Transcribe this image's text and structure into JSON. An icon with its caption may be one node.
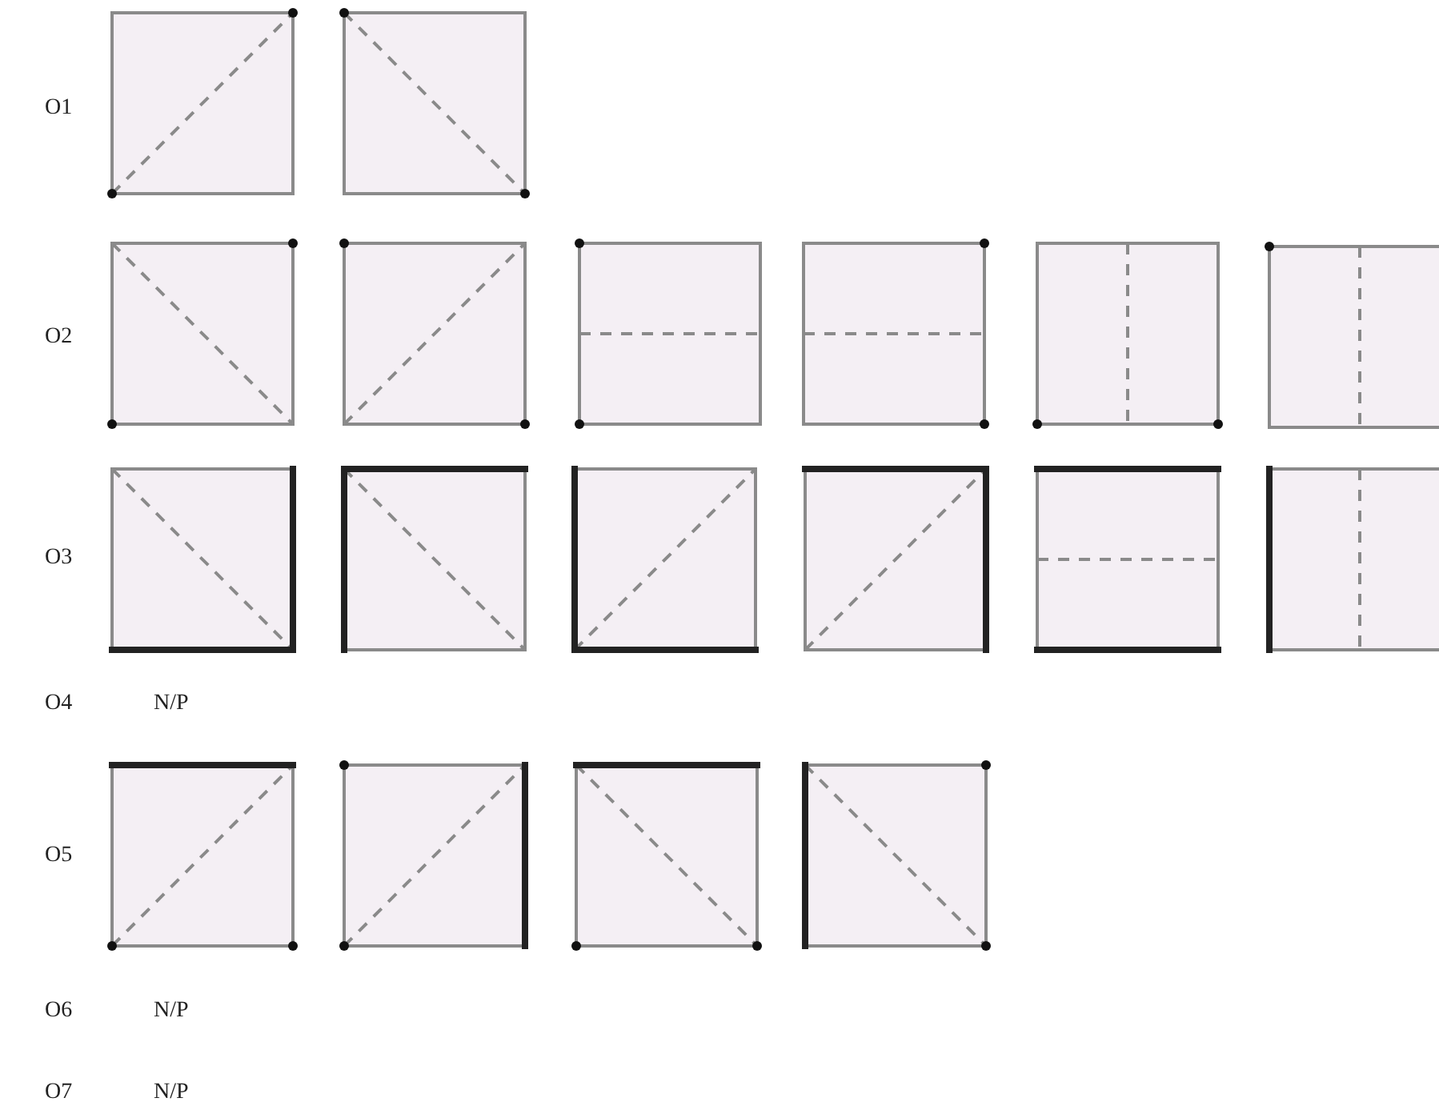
{
  "diagram": {
    "labels": [
      "O1",
      "O2",
      "O3",
      "O4",
      "N/P",
      "O5",
      "O6",
      "N/P",
      "O7",
      "N/P"
    ]
  }
}
